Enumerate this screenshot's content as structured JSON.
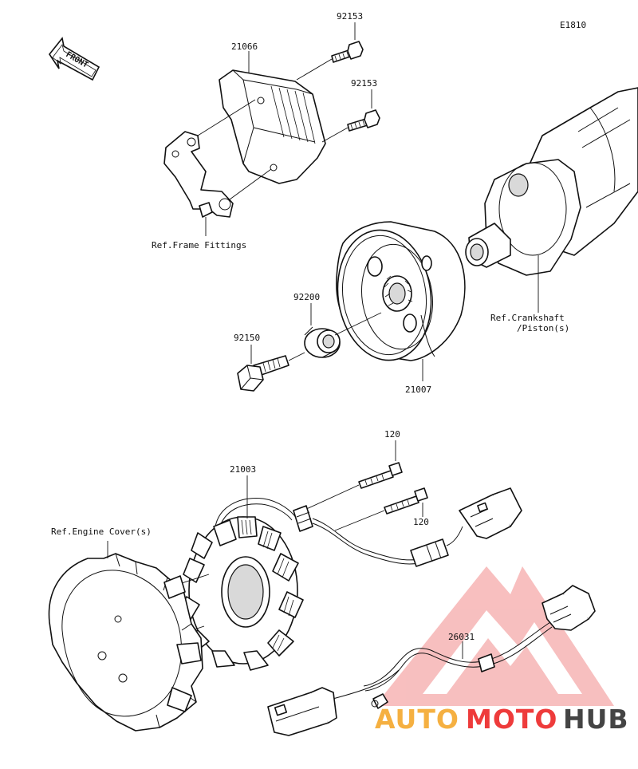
{
  "diagram_code": "E1810",
  "front_label": "FRONT",
  "part_numbers": {
    "bolt_top": "92153",
    "bolt_mid": "92153",
    "regulator": "21066",
    "washer": "92200",
    "flywheel_bolt": "92150",
    "flywheel": "21007",
    "stator": "21003",
    "screw_a": "120",
    "screw_b": "120",
    "harness": "26031"
  },
  "references": {
    "frame": "Ref.Frame Fittings",
    "crankshaft_line1": "Ref.Crankshaft",
    "crankshaft_line2": "/Piston(s)",
    "engine_cover": "Ref.Engine Cover(s)"
  },
  "watermark": {
    "part1": "AUTO",
    "part2": "MOTO",
    "part3": "HUB",
    "color_orange": "#f5b041",
    "color_red": "#ee3b3b",
    "color_gray": "#444444"
  }
}
